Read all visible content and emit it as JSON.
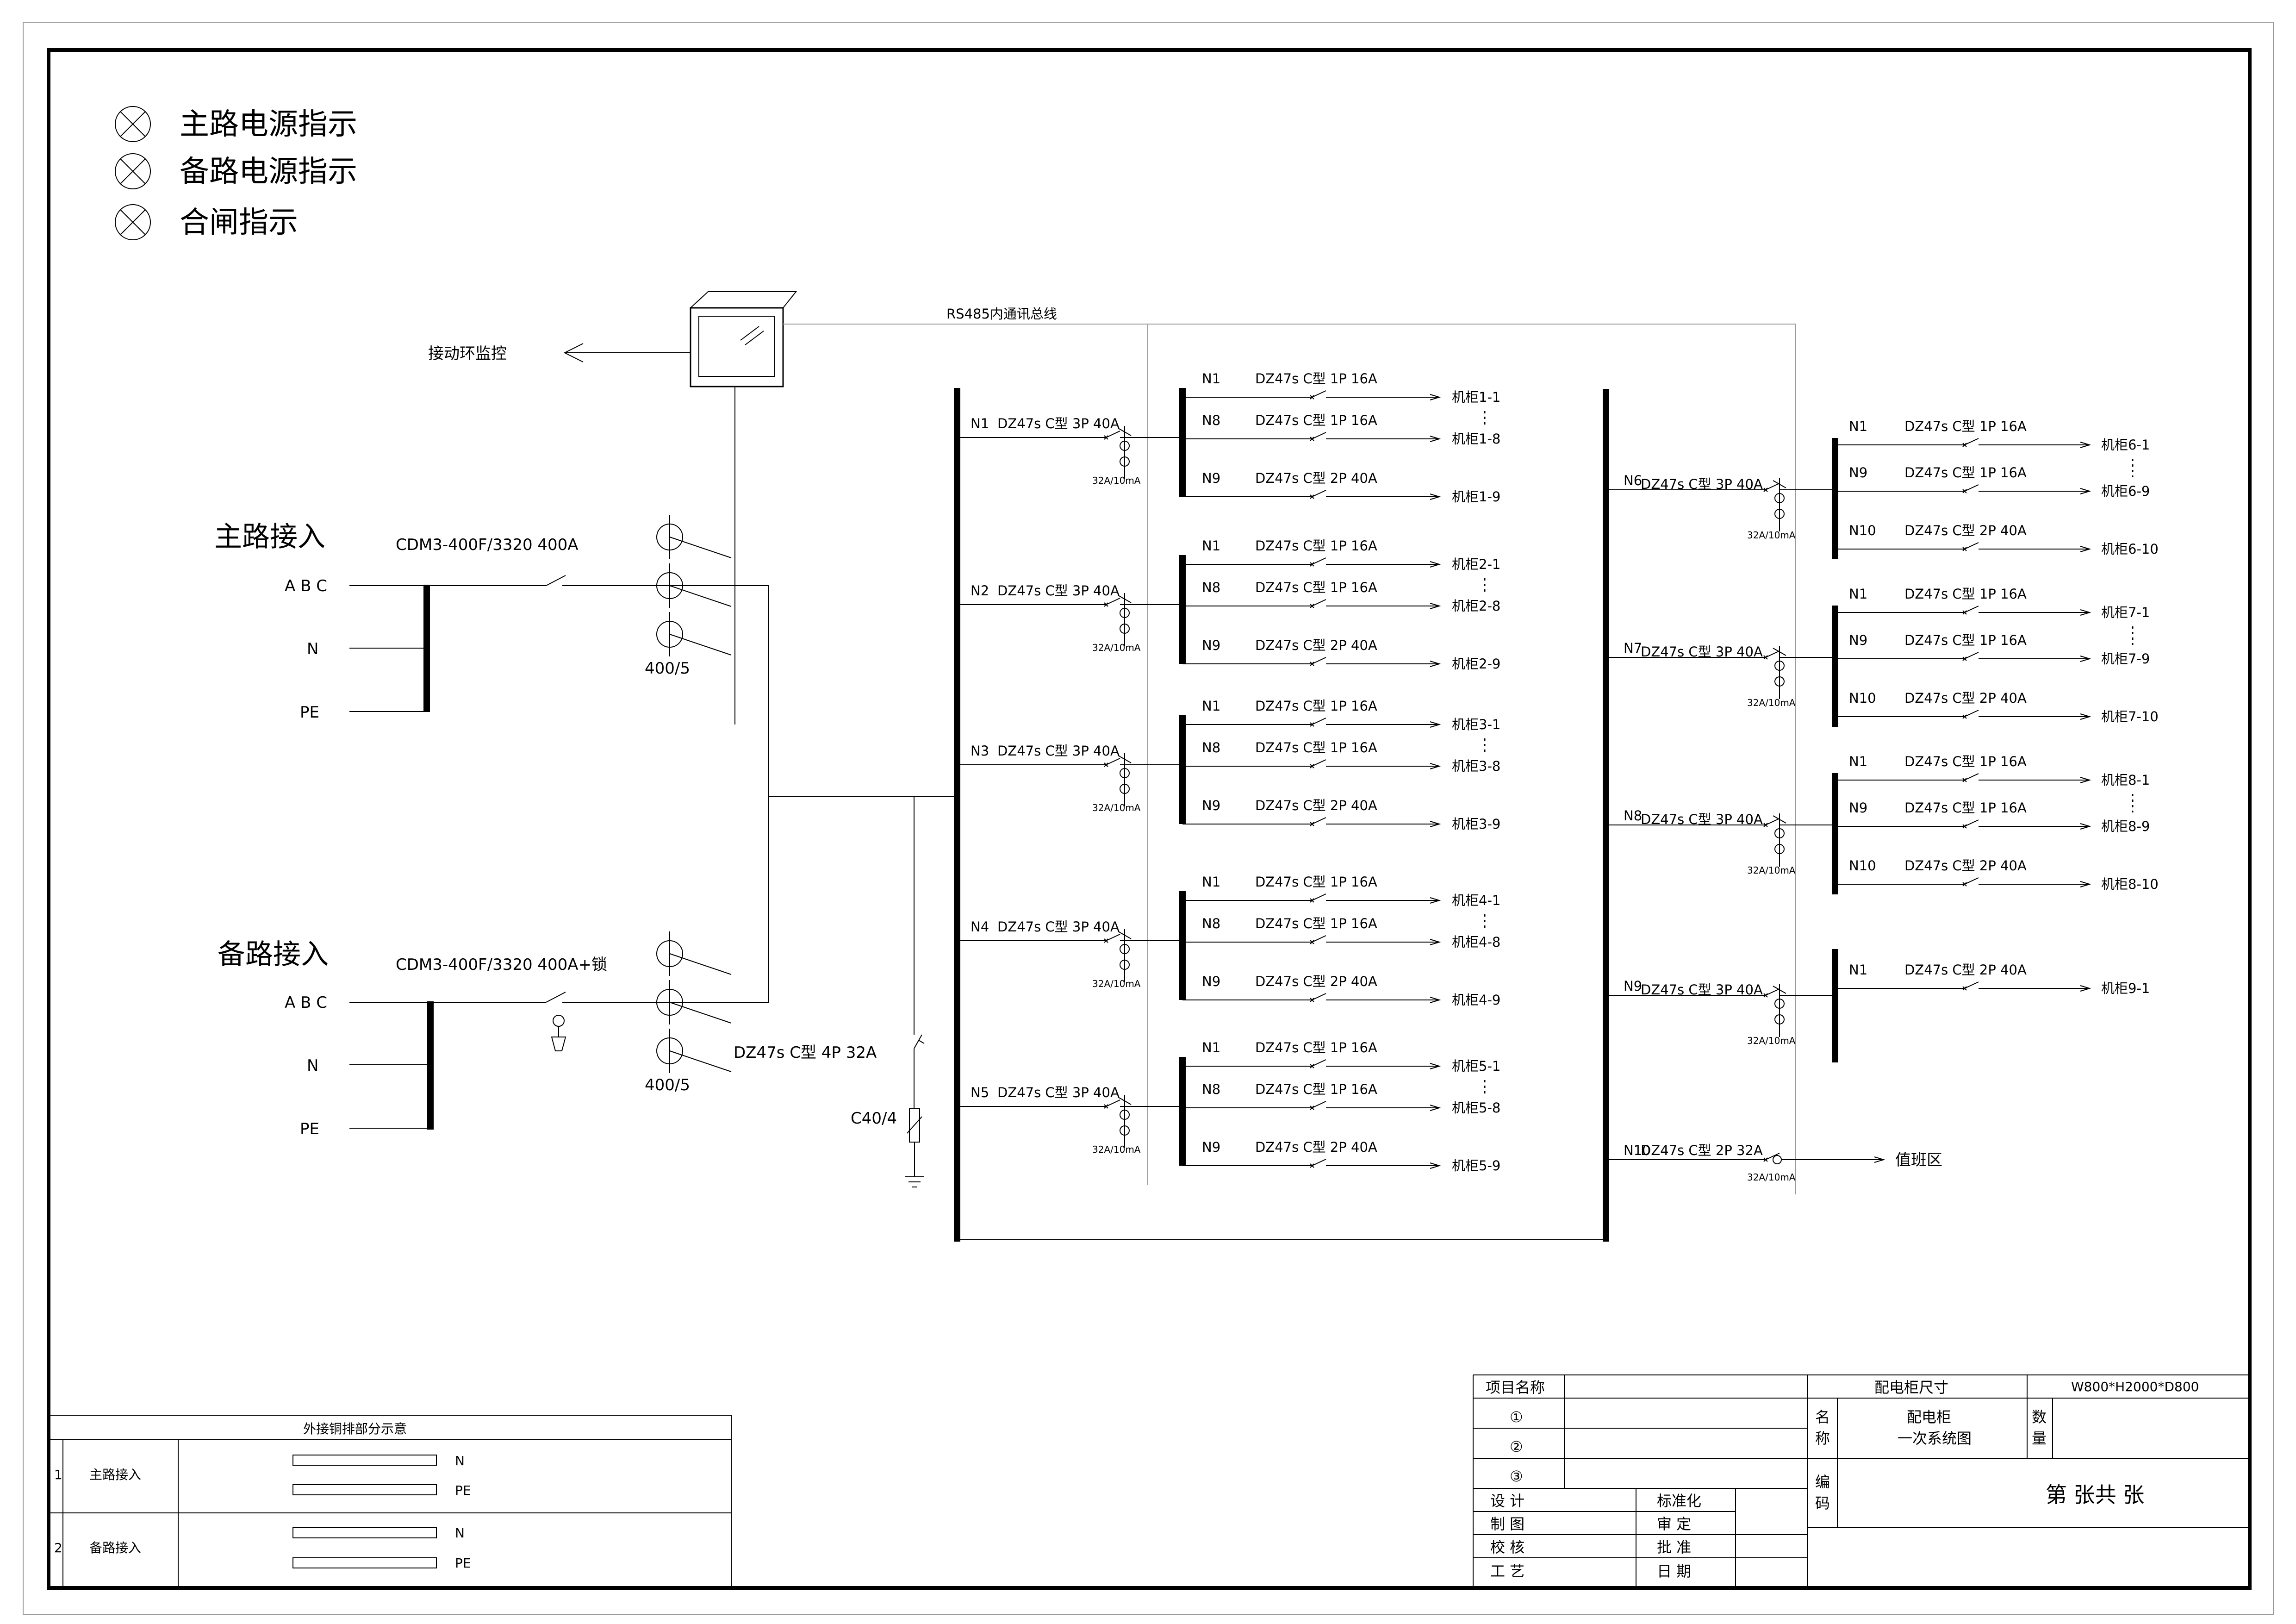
{
  "legend": [
    {
      "label": "主路电源指示",
      "icon": "indicator-lamp-icon"
    },
    {
      "label": "备路电源指示",
      "icon": "indicator-lamp-icon"
    },
    {
      "label": "合闸指示",
      "icon": "indicator-lamp-icon"
    }
  ],
  "bus_label": "RS485内通讯总线",
  "monitor_label": "接动环监控",
  "main_input": {
    "title": "主路接入",
    "breaker": "CDM3-400F/3320 400A",
    "phases": [
      "A B C",
      "N",
      "PE"
    ],
    "ct": "400/5"
  },
  "backup_input": {
    "title": "备路接入",
    "breaker": "CDM3-400F/3320 400A+锁",
    "phases": [
      "A B C",
      "N",
      "PE"
    ],
    "ct": "400/5"
  },
  "spd": {
    "breaker": "DZ47s C型 4P 32A",
    "arrester": "C40/4"
  },
  "rcd_label": "32A/10mA",
  "left_feeders": [
    {
      "id": "N1",
      "spec": "DZ47s C型 3P 40A",
      "branches": [
        {
          "id": "N1",
          "spec": "DZ47s C型 1P 16A",
          "target": "机柜1-1"
        },
        {
          "id": "N8",
          "spec": "DZ47s C型 1P 16A",
          "target": "机柜1-8"
        },
        {
          "id": "N9",
          "spec": "DZ47s C型 2P 40A",
          "target": "机柜1-9"
        }
      ]
    },
    {
      "id": "N2",
      "spec": "DZ47s C型 3P 40A",
      "branches": [
        {
          "id": "N1",
          "spec": "DZ47s C型 1P 16A",
          "target": "机柜2-1"
        },
        {
          "id": "N8",
          "spec": "DZ47s C型 1P 16A",
          "target": "机柜2-8"
        },
        {
          "id": "N9",
          "spec": "DZ47s C型 2P 40A",
          "target": "机柜2-9"
        }
      ]
    },
    {
      "id": "N3",
      "spec": "DZ47s C型 3P 40A",
      "branches": [
        {
          "id": "N1",
          "spec": "DZ47s C型 1P 16A",
          "target": "机柜3-1"
        },
        {
          "id": "N8",
          "spec": "DZ47s C型 1P 16A",
          "target": "机柜3-8"
        },
        {
          "id": "N9",
          "spec": "DZ47s C型 2P 40A",
          "target": "机柜3-9"
        }
      ]
    },
    {
      "id": "N4",
      "spec": "DZ47s C型 3P 40A",
      "branches": [
        {
          "id": "N1",
          "spec": "DZ47s C型 1P 16A",
          "target": "机柜4-1"
        },
        {
          "id": "N8",
          "spec": "DZ47s C型 1P 16A",
          "target": "机柜4-8"
        },
        {
          "id": "N9",
          "spec": "DZ47s C型 2P 40A",
          "target": "机柜4-9"
        }
      ]
    },
    {
      "id": "N5",
      "spec": "DZ47s C型 3P 40A",
      "branches": [
        {
          "id": "N1",
          "spec": "DZ47s C型 1P 16A",
          "target": "机柜5-1"
        },
        {
          "id": "N8",
          "spec": "DZ47s C型 1P 16A",
          "target": "机柜5-8"
        },
        {
          "id": "N9",
          "spec": "DZ47s C型 2P 40A",
          "target": "机柜5-9"
        }
      ]
    }
  ],
  "right_feeders": [
    {
      "id": "N6",
      "spec": "DZ47s C型 3P 40A",
      "branches": [
        {
          "id": "N1",
          "spec": "DZ47s C型 1P 16A",
          "target": "机柜6-1"
        },
        {
          "id": "N9",
          "spec": "DZ47s C型 1P 16A",
          "target": "机柜6-9"
        },
        {
          "id": "N10",
          "spec": "DZ47s C型 2P 40A",
          "target": "机柜6-10"
        }
      ]
    },
    {
      "id": "N7",
      "spec": "DZ47s C型 3P 40A",
      "branches": [
        {
          "id": "N1",
          "spec": "DZ47s C型 1P 16A",
          "target": "机柜7-1"
        },
        {
          "id": "N9",
          "spec": "DZ47s C型 1P 16A",
          "target": "机柜7-9"
        },
        {
          "id": "N10",
          "spec": "DZ47s C型 2P 40A",
          "target": "机柜7-10"
        }
      ]
    },
    {
      "id": "N8",
      "spec": "DZ47s C型 3P 40A",
      "branches": [
        {
          "id": "N1",
          "spec": "DZ47s C型 1P 16A",
          "target": "机柜8-1"
        },
        {
          "id": "N9",
          "spec": "DZ47s C型 1P 16A",
          "target": "机柜8-9"
        },
        {
          "id": "N10",
          "spec": "DZ47s C型 2P 40A",
          "target": "机柜8-10"
        }
      ]
    },
    {
      "id": "N9",
      "spec": "DZ47s C型 3P 40A",
      "branches": [
        {
          "id": "N1",
          "spec": "DZ47s C型 2P 40A",
          "target": "机柜9-1"
        }
      ]
    },
    {
      "id": "N10",
      "spec": "DZ47s C型 2P 32A",
      "target": "值班区",
      "branches": []
    }
  ],
  "copper_table": {
    "title": "外接铜排部分示意",
    "rows": [
      {
        "no": "1",
        "name": "主路接入",
        "bars": [
          "N",
          "PE"
        ]
      },
      {
        "no": "2",
        "name": "备路接入",
        "bars": [
          "N",
          "PE"
        ]
      }
    ]
  },
  "title_block": {
    "project_name": "项目名称",
    "items": [
      "①",
      "②",
      "③"
    ],
    "cabinet_size_label": "配电柜尺寸",
    "cabinet_size": "W800*H2000*D800",
    "name_label": [
      "名",
      "称"
    ],
    "drawing_name": [
      "配电柜",
      "一次系统图"
    ],
    "qty_label": [
      "数",
      "量"
    ],
    "code_label": [
      "编",
      "码"
    ],
    "sheet_text": "第 张共 张",
    "roles": [
      [
        "设 计",
        "标准化"
      ],
      [
        "制 图",
        "审 定"
      ],
      [
        "校 核",
        "批 准"
      ],
      [
        "工 艺",
        "日 期"
      ]
    ]
  }
}
